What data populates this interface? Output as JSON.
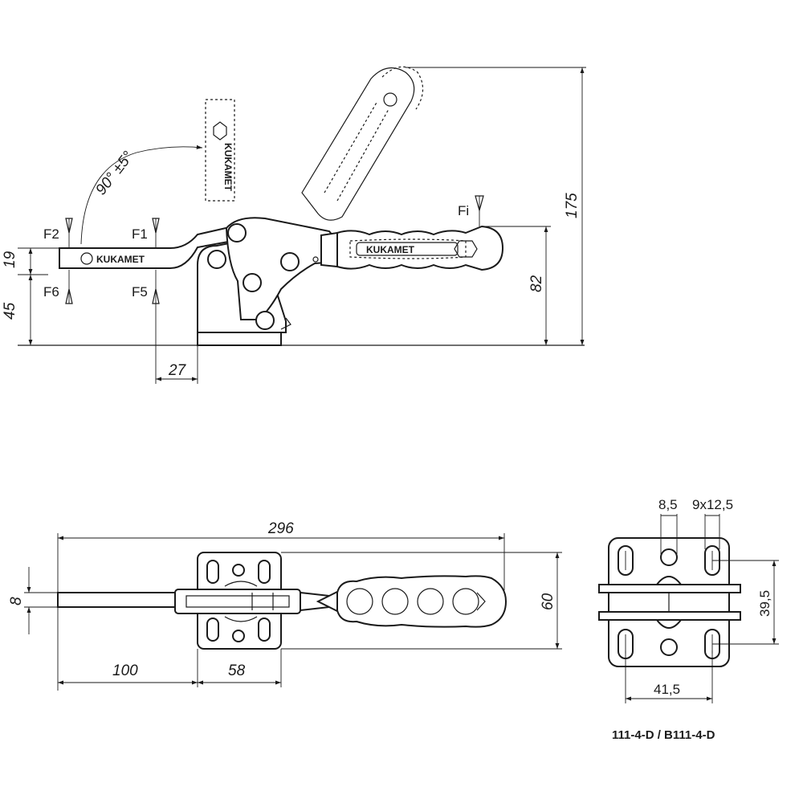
{
  "side_view": {
    "angle_label": "90° ±5°",
    "forces": {
      "f1": "F1",
      "f2": "F2",
      "f5": "F5",
      "f6": "F6",
      "fi": "Fi"
    },
    "dims": {
      "d19": "19",
      "d45": "45",
      "d27": "27",
      "d82": "82",
      "d175": "175"
    },
    "brand": "KUKAMET"
  },
  "top_view": {
    "dims": {
      "d296": "296",
      "d8": "8",
      "d60": "60",
      "d100": "100",
      "d58": "58"
    }
  },
  "end_view": {
    "dims": {
      "d85": "8,5",
      "d9x125": "9x12,5",
      "d395": "39,5",
      "d415": "41,5"
    },
    "model_caption": "111-4-D / B111-4-D"
  },
  "colors": {
    "line": "#1a1a1a",
    "background": "#ffffff"
  }
}
